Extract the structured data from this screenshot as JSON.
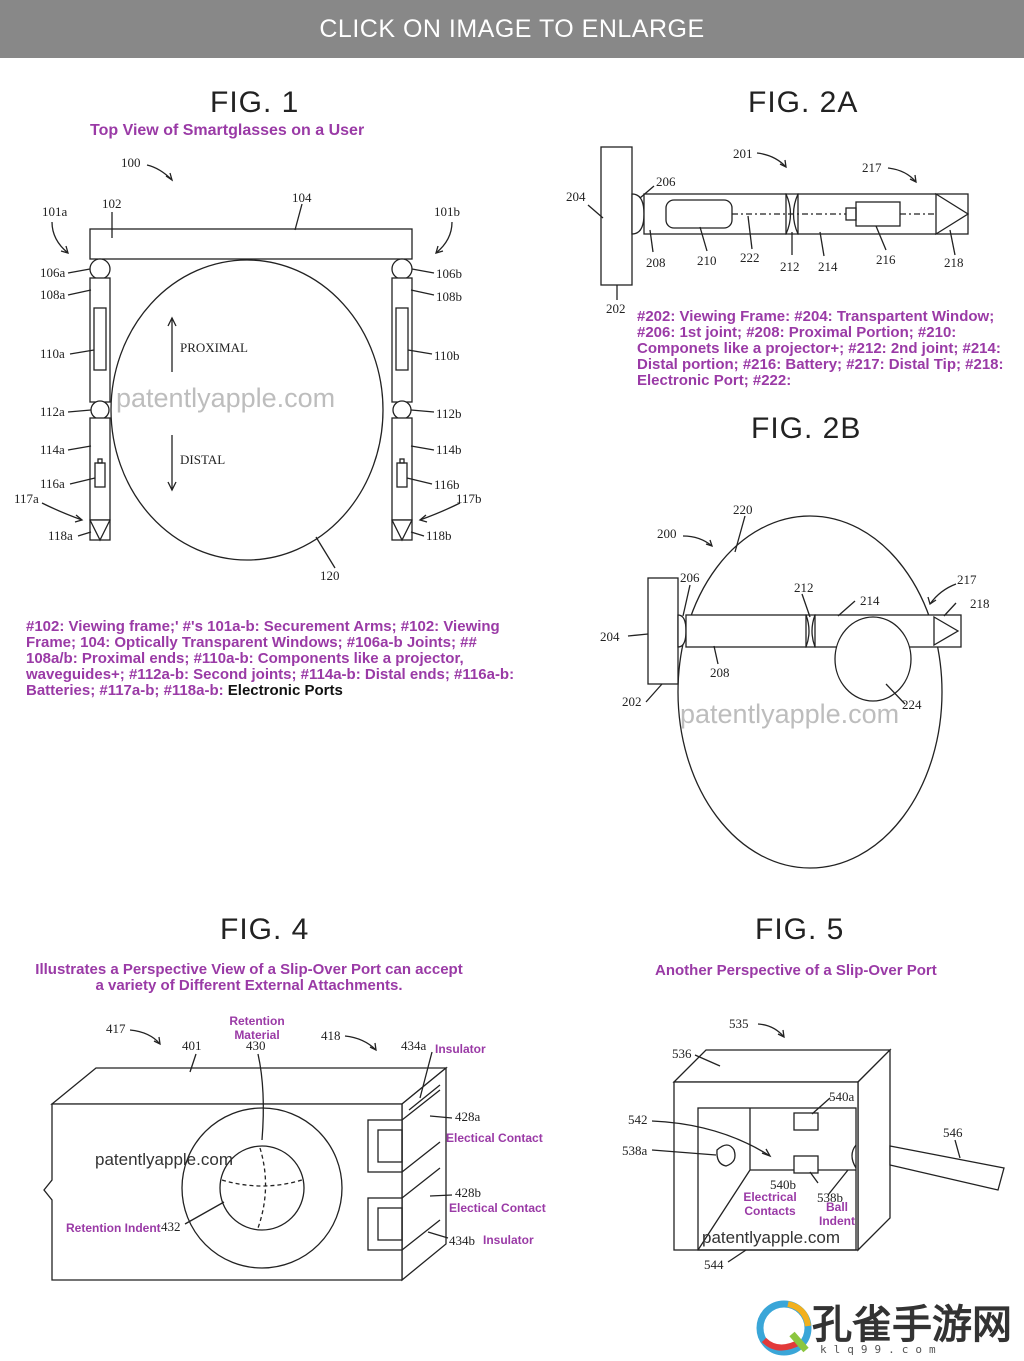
{
  "banner": "CLICK ON IMAGE TO ENLARGE",
  "fig1": {
    "title": "FIG. 1",
    "subtitle": "Top View of Smartglasses on a User",
    "labels": {
      "l100": "100",
      "l101a": "101a",
      "l101b": "101b",
      "l102": "102",
      "l104": "104",
      "l106a": "106a",
      "l106b": "106b",
      "l108a": "108a",
      "l108b": "108b",
      "l110a": "110a",
      "l110b": "110b",
      "l112a": "112a",
      "l112b": "112b",
      "l114a": "114a",
      "l114b": "114b",
      "l116a": "116a",
      "l116b": "116b",
      "l117a": "117a",
      "l117b": "117b",
      "l118a": "118a",
      "l118b": "118b",
      "l120": "120",
      "proximal": "PROXIMAL",
      "distal": "DISTAL"
    },
    "caption": [
      "#102: Viewing frame;' #'s 101a-b: Securement Arms; #102: Viewing",
      "Frame; 104: Optically Transparent Windows; #106a-b Joints; ##",
      "108a/b: Proximal ends; #110a-b: Components like a projector,",
      "waveguides+; #112a-b: Second joints; #114a-b: Distal ends; #116a-b:"
    ],
    "caption_last": "Batteries; #117a-b; #118a-b: ",
    "caption_last_black": "Electronic Ports"
  },
  "fig2a": {
    "title": "FIG. 2A",
    "labels": {
      "l201": "201",
      "l202": "202",
      "l204": "204",
      "l206": "206",
      "l208": "208",
      "l210": "210",
      "l212": "212",
      "l214": "214",
      "l216": "216",
      "l217": "217",
      "l218": "218",
      "l222": "222"
    },
    "caption": [
      "#202: Viewing Frame: #204: Transpartent Window;",
      "#206: 1st joint; #208: Proximal Portion; #210:",
      "Componets like a projector+; #212: 2nd joint; #214:",
      "Distal portion; #216: Battery; #217: Distal Tip; #218:",
      "Electronic Port; #222:"
    ]
  },
  "fig2b": {
    "title": "FIG. 2B",
    "labels": {
      "l200": "200",
      "l202": "202",
      "l204": "204",
      "l206": "206",
      "l208": "208",
      "l212": "212",
      "l214": "214",
      "l217": "217",
      "l218": "218",
      "l220": "220",
      "l224": "224"
    }
  },
  "fig4": {
    "title": "FIG. 4",
    "subtitle": [
      "Illustrates a Perspective View of a Slip-Over Port can accept",
      "a variety of Different External Attachments."
    ],
    "labels": {
      "l401": "401",
      "l417": "417",
      "l418": "418",
      "l428a": "428a",
      "l428b": "428b",
      "l430": "430",
      "l432": "432",
      "l434a": "434a",
      "l434b": "434b"
    },
    "annotations": {
      "retention_material": "Retention Material",
      "insulator_a": "Insulator",
      "contact_a": "Electical Contact",
      "contact_b": "Electical Contact",
      "insulator_b": "Insulator",
      "retention_indent": "Retention Indent"
    }
  },
  "fig5": {
    "title": "FIG. 5",
    "subtitle": "Another Perspective of a Slip-Over Port",
    "labels": {
      "l535": "535",
      "l536": "536",
      "l538a": "538a",
      "l538b": "538b",
      "l540a": "540a",
      "l540b": "540b",
      "l542": "542",
      "l544": "544",
      "l546": "546"
    },
    "annotations": {
      "electrical_contacts": "Electrical Contacts",
      "ball_indent": "Ball Indent"
    }
  },
  "watermark": "patentlyapple.com",
  "logo": {
    "text": "孔雀手游网",
    "url": "klq99.com"
  }
}
